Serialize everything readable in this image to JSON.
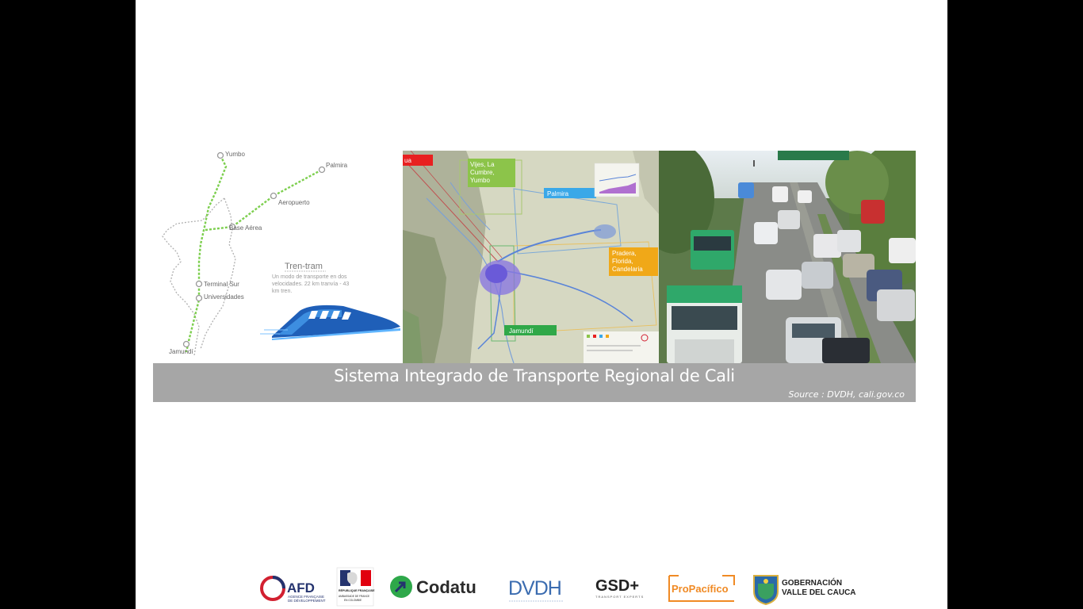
{
  "map1": {
    "stations": [
      "Yumbo",
      "Palmira",
      "Aeropuerto",
      "Base Aérea",
      "Terminal Sur",
      "Universidades",
      "Jamundí"
    ],
    "tren_title": "Tren-tram",
    "tren_desc_1": "Un modo de transporte en dos",
    "tren_desc_2": "velocidades. 22 km tranvía - 43",
    "tren_desc_3": "km tren."
  },
  "map2": {
    "label_vijes_1": "Vijes, La",
    "label_vijes_2": "Cumbre,",
    "label_vijes_3": "Yumbo",
    "label_palmira": "Palmira",
    "label_pradera_1": "Pradera,",
    "label_pradera_2": "Florida,",
    "label_pradera_3": "Candelaria",
    "label_jamundi": "Jamundí",
    "label_red": "ua"
  },
  "banner": {
    "title": "Sistema Integrado de Transporte Regional de Cali",
    "source": "Source : DVDH, cali.gov.co"
  },
  "logos": {
    "afd": "AFD",
    "afd_sub_1": "AGENCE FRANÇAISE",
    "afd_sub_2": "DE DÉVELOPPEMENT",
    "rf_1": "RÉPUBLIQUE FRANÇAISE",
    "rf_2": "AMBASSADE DE FRANCE",
    "rf_3": "EN COLOMBIE",
    "codatu": "Codatu",
    "dvdh": "DVDH",
    "gsd": "GSD+",
    "gsd_sub": "TRANSPORT EXPERTS",
    "propacifico": "ProPacífico",
    "gob_1": "GOBERNACIÓN",
    "gob_2": "VALLE DEL CAUCA"
  },
  "colors": {
    "green_line": "#7dcf4f",
    "gray_line": "#b0b0b0",
    "banner_bg": "#a6a6a6",
    "afd_red": "#d22030",
    "afd_blue": "#24336e",
    "codatu_green": "#2ea84a",
    "dvdh_blue": "#3b6cb0",
    "propacifico_orange": "#f08a24"
  }
}
